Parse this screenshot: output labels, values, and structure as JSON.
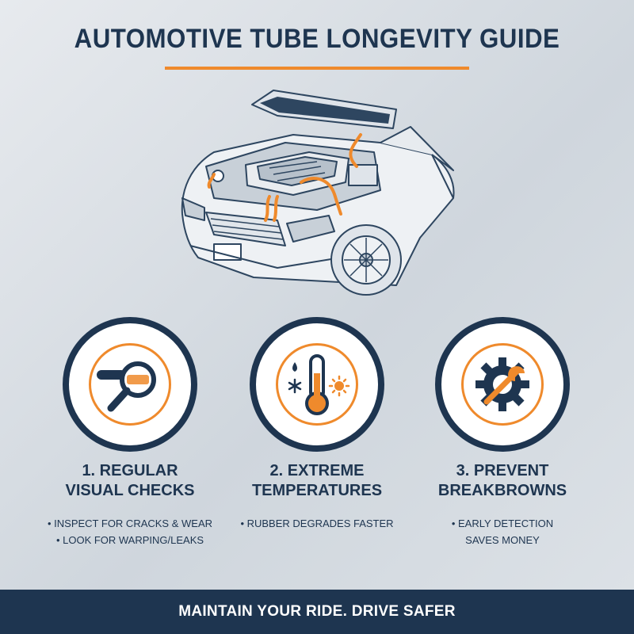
{
  "header": {
    "title": "AUTOMOTIVE TUBE LONGEVITY GUIDE"
  },
  "colors": {
    "navy": "#1e3550",
    "orange": "#ef8a2c",
    "background": "#dde2e7"
  },
  "illustration": {
    "icon": "car-engine-bay-icon"
  },
  "features": [
    {
      "icon": "hose-magnifier-icon",
      "title": "1. REGULAR\nVISUAL CHECKS",
      "bullets": [
        "INSPECT FOR CRACKS & WEAR",
        "LOOK FOR WARPING/LEAKS"
      ]
    },
    {
      "icon": "thermometer-icon",
      "title": "2. EXTREME\nTEMPERATURES",
      "bullets": [
        "RUBBER DEGRADES FASTER"
      ]
    },
    {
      "icon": "gear-wrench-icon",
      "title": "3. PREVENT\nBREAKBROWNS",
      "bullets": [
        "EARLY DETECTION SAVES MONEY"
      ]
    }
  ],
  "footer": {
    "tagline": "MAINTAIN YOUR RIDE. DRIVE SAFER"
  }
}
